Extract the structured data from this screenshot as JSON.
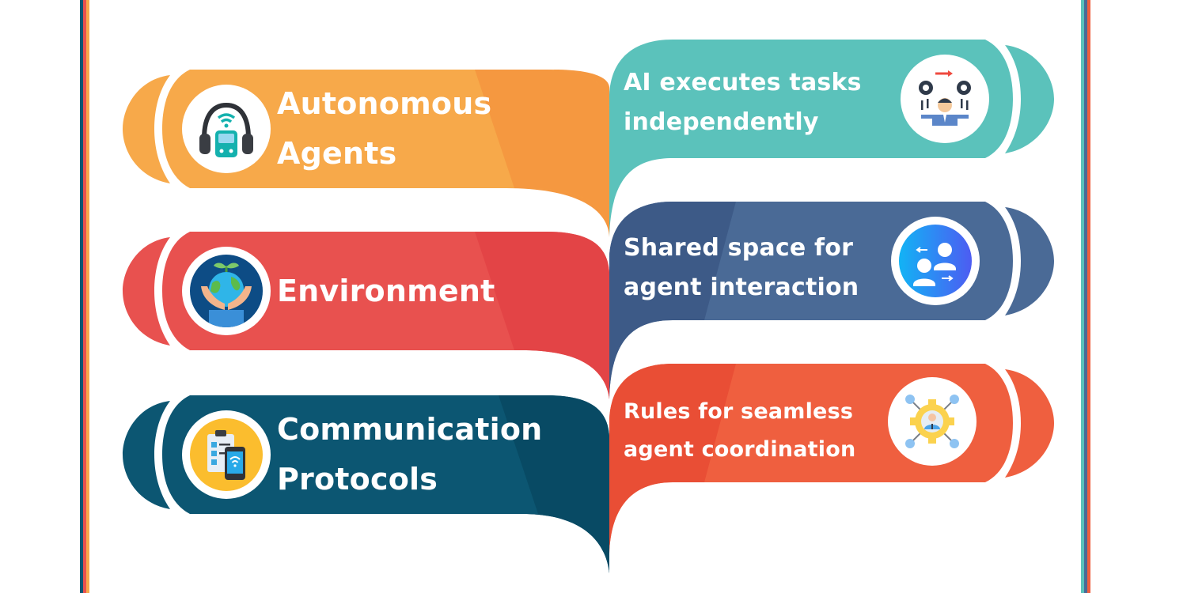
{
  "colors": {
    "left_border": [
      "#0c5672",
      "#e8514f",
      "#f7a94a"
    ],
    "right_border": [
      "#5bc2bb",
      "#4a6a96",
      "#ef5f3f"
    ],
    "orange": "#f7a94a",
    "orange_dark": "#f59840",
    "red": "#e8514f",
    "red_dark": "#e34446",
    "navy": "#0c5672",
    "navy_dark": "#084a64",
    "teal": "#5bc2bb",
    "slate": "#4a6a96",
    "slate_dark": "#3d5a87",
    "coral": "#ef5f3f",
    "coral_dark": "#e94e35"
  },
  "left_items": [
    {
      "title_line1": "Autonomous",
      "title_line2": "Agents",
      "icon": "headphones-device-icon"
    },
    {
      "title_line1": "Environment",
      "title_line2": "",
      "icon": "earth-in-hands-icon"
    },
    {
      "title_line1": "Communication",
      "title_line2": "Protocols",
      "icon": "clipboard-phone-wifi-icon"
    }
  ],
  "right_items": [
    {
      "line1": "AI executes tasks",
      "line2": "independently",
      "icon": "person-with-gears-icon"
    },
    {
      "line1": "Shared space for",
      "line2": "agent interaction",
      "icon": "users-exchange-icon"
    },
    {
      "line1": "Rules for seamless",
      "line2": "agent coordination",
      "icon": "gear-network-person-icon"
    }
  ]
}
